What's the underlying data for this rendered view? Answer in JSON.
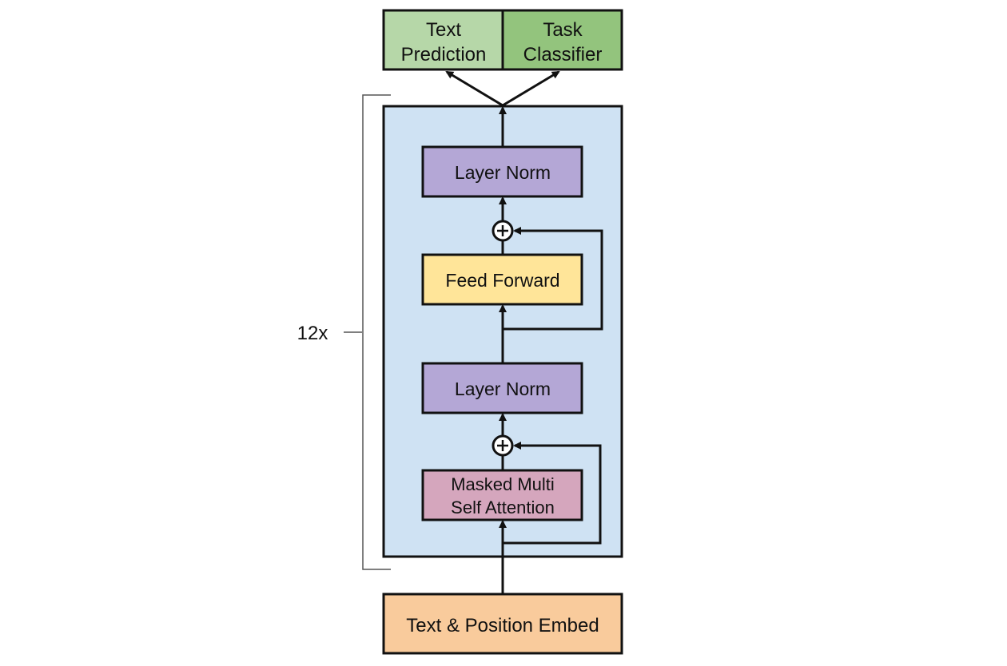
{
  "outputs": {
    "text_prediction": [
      "Text",
      "Prediction"
    ],
    "task_classifier": [
      "Task",
      "Classifier"
    ]
  },
  "block": {
    "repeat_label": "12x",
    "layer_norm_top": "Layer Norm",
    "feed_forward": "Feed Forward",
    "layer_norm_bottom": "Layer Norm",
    "attention": [
      "Masked Multi",
      "Self Attention"
    ]
  },
  "embed": "Text & Position Embed",
  "colors": {
    "text_prediction": "#b6d7a8",
    "task_classifier": "#93c47d",
    "block_bg": "#cfe2f3",
    "layer_norm": "#b4a7d6",
    "feed_forward": "#ffe599",
    "attention": "#d5a6bd",
    "embed": "#f9cb9c"
  }
}
